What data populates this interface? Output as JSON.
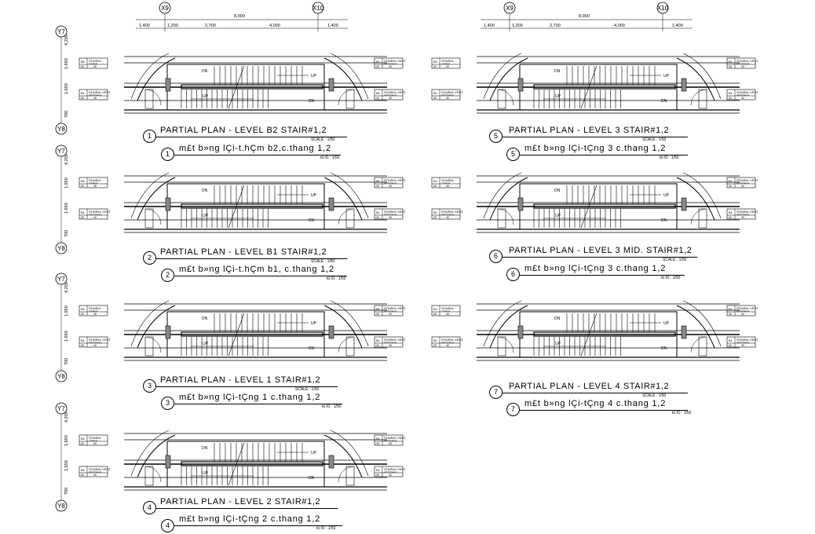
{
  "grid": {
    "top_left": [
      "X9",
      "X10"
    ],
    "top_right": [
      "X9",
      "X10"
    ],
    "rows": [
      "Y7",
      "Y8"
    ]
  },
  "dims": {
    "overall": "8,000",
    "segments": [
      "1,400",
      "1,200",
      "2,700",
      "4,000",
      "1,400"
    ],
    "left_vertical": [
      "4,200",
      "1,650",
      "1,650",
      "700"
    ]
  },
  "plan_text": {
    "up": "UP",
    "dn": "DN"
  },
  "tags": {
    "stair_top": "STAIR#1",
    "stair_vn": "c.thang1",
    "vest": "STAIR#1 VEST.",
    "vest_vn": "s/thh thang1",
    "code_b2": "B2",
    "code_b1": "B1",
    "code_l1": "L1",
    "code_30": "-30",
    "code_40": "40"
  },
  "plans": [
    {
      "num": "1",
      "title": "PARTIAL PLAN - LEVEL B2 STAIR#1,2",
      "scale": "SCALE : 1/50",
      "vn": "m£t b»ng lÇi-t.hÇm b2,c.thang 1,2",
      "vn_scale": "tû lÖ : 1/50"
    },
    {
      "num": "2",
      "title": "PARTIAL PLAN - LEVEL B1 STAIR#1,2",
      "scale": "SCALE : 1/50",
      "vn": "m£t b»ng lÇi-t.hÇm b1, c.thang 1,2",
      "vn_scale": "tû lÖ : 1/50"
    },
    {
      "num": "3",
      "title": "PARTIAL PLAN - LEVEL 1 STAIR#1,2",
      "scale": "SCALE : 1/50",
      "vn": "m£t b»ng lÇi-tÇng 1 c.thang 1,2",
      "vn_scale": "tû lÖ : 1/50"
    },
    {
      "num": "4",
      "title": "PARTIAL PLAN - LEVEL 2 STAIR#1,2",
      "scale": "",
      "vn": "m£t b»ng lÇi-tÇng 2 c.thang 1,2",
      "vn_scale": "tû lÖ : 1/50"
    },
    {
      "num": "5",
      "title": "PARTIAL PLAN - LEVEL 3 STAIR#1,2",
      "scale": "SCALE : 1/50",
      "vn": "m£t b»ng lÇi-tÇng 3 c.thang 1,2",
      "vn_scale": "tû lÖ : 1/50"
    },
    {
      "num": "6",
      "title": "PARTIAL PLAN - LEVEL 3 MID. STAIR#1,2",
      "scale": "SCALE : 1/50",
      "vn": "m£t b»ng lÇi-tÇng 3 c.thang 1,2",
      "vn_scale": "tû lÖ : 1/50"
    },
    {
      "num": "7",
      "title": "PARTIAL PLAN - LEVEL 4 STAIR#1,2",
      "scale": "SCALE : 1/50",
      "vn": "m£t b»ng lÇi-tÇng 4 c.thang 1,2",
      "vn_scale": "tû lÖ : 1/50"
    }
  ]
}
